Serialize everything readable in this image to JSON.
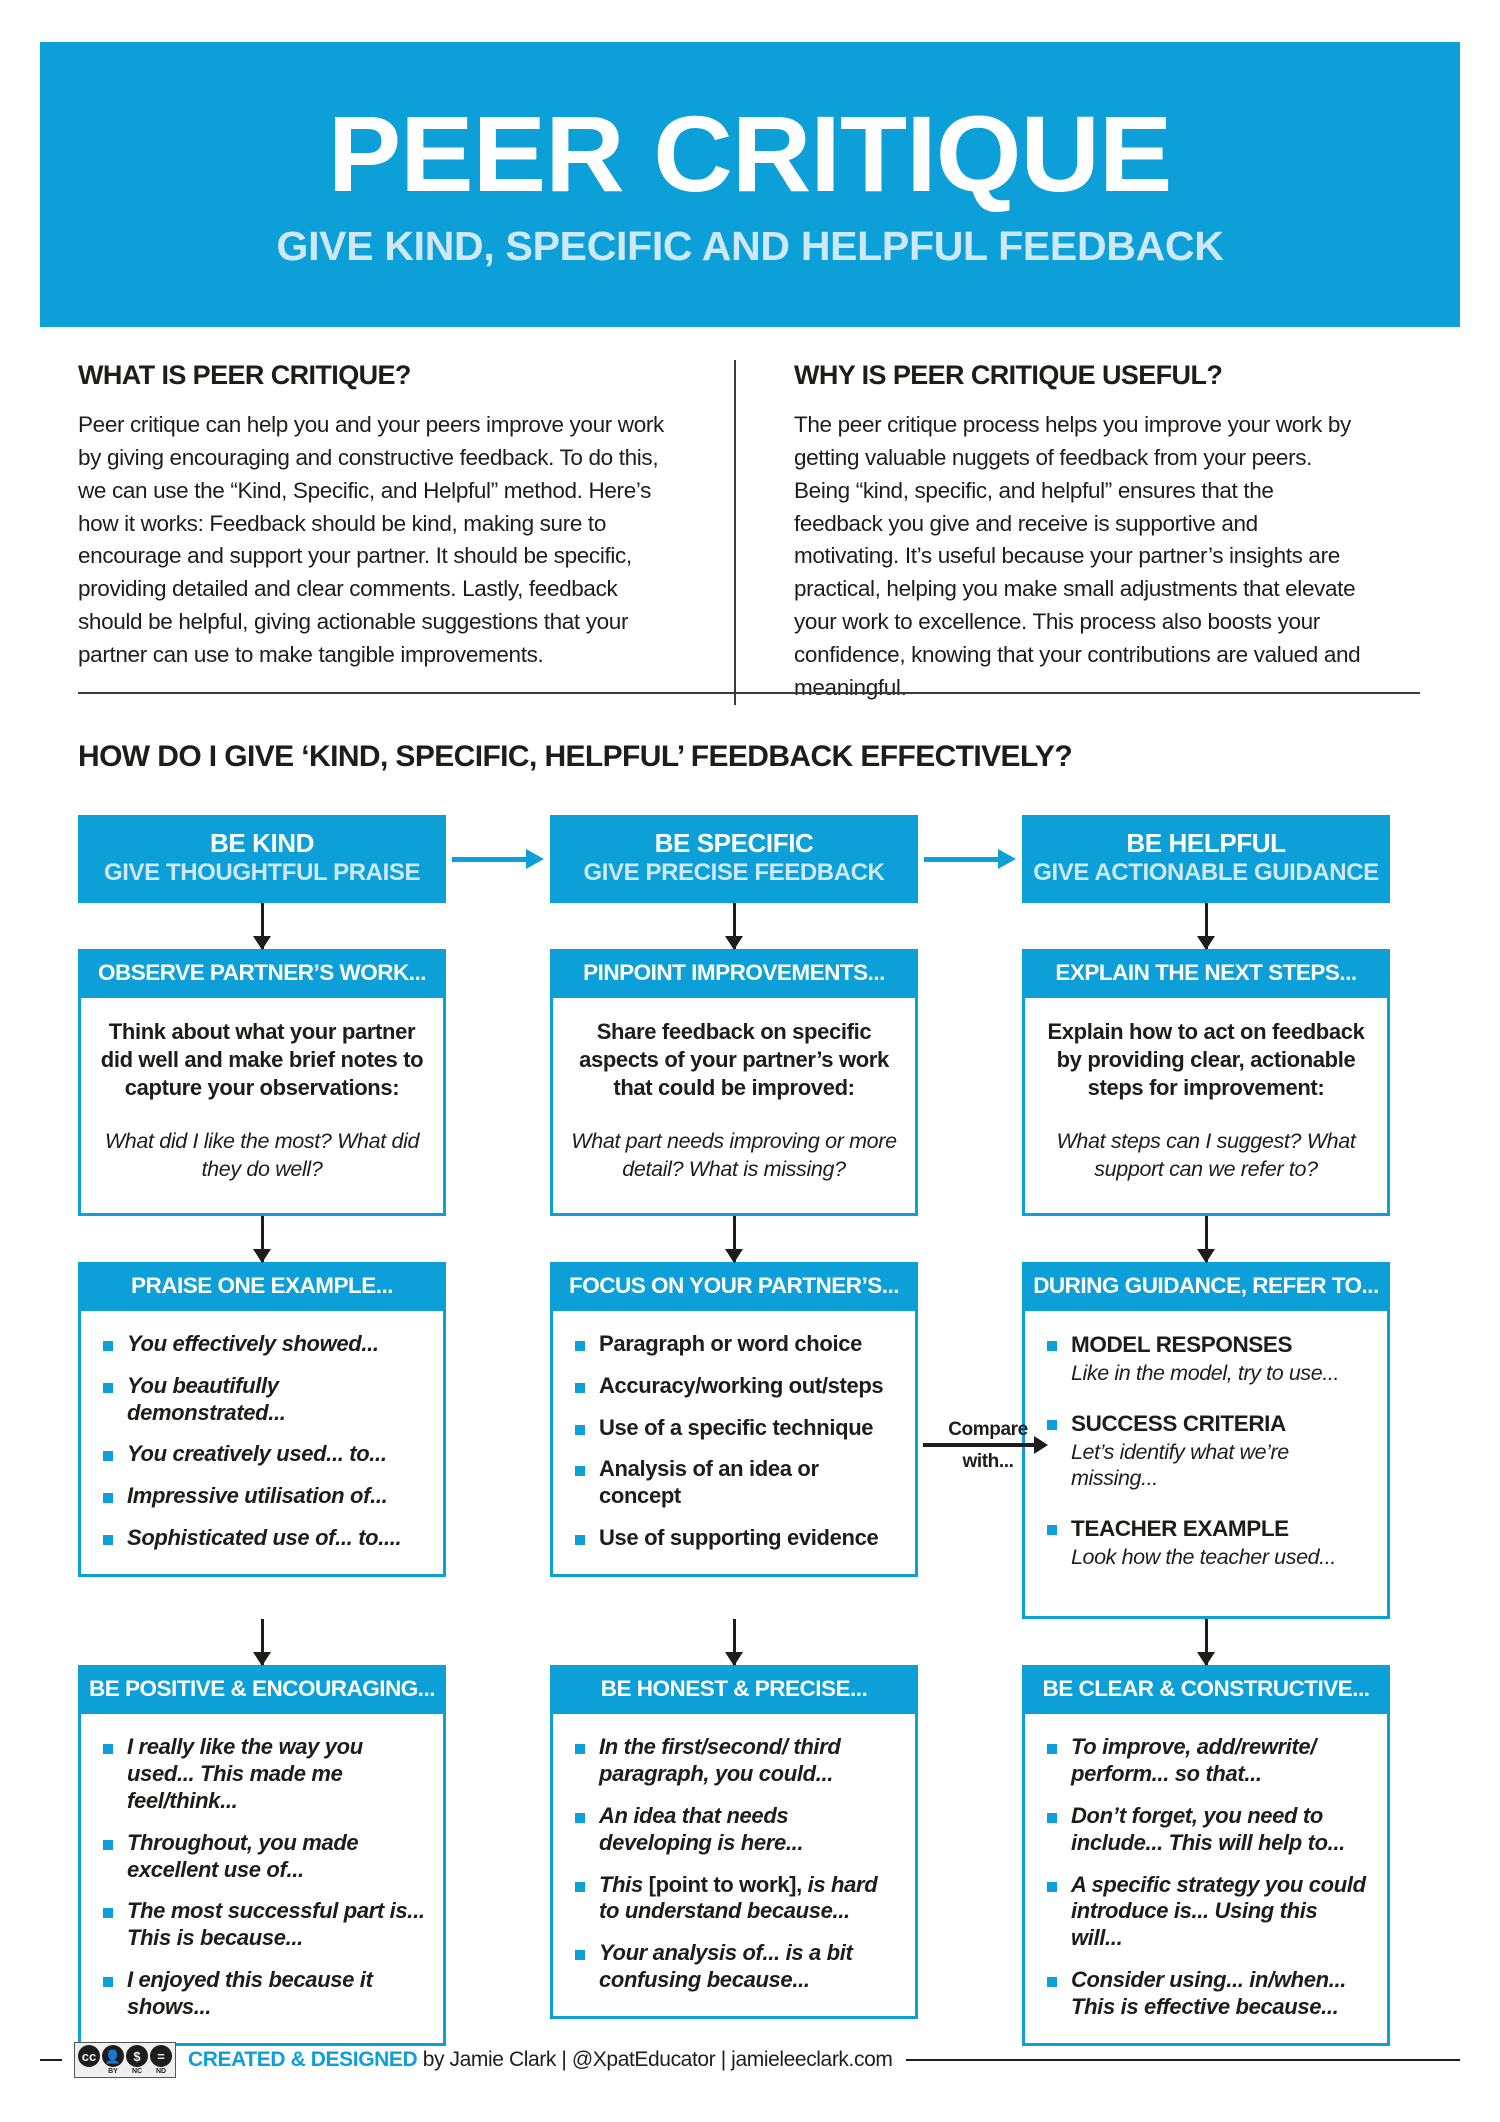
{
  "colors": {
    "brand": "#0d9fd8",
    "brand_light": "#cfe8f6",
    "ink": "#1d1d1b"
  },
  "header": {
    "title": "PEER CRITIQUE",
    "subtitle": "GIVE KIND, SPECIFIC AND HELPFUL FEEDBACK"
  },
  "intro": {
    "left": {
      "heading": "WHAT IS PEER CRITIQUE?",
      "body": "Peer critique can help you and your peers improve your work by giving encouraging and constructive feedback. To do this, we can use the “Kind, Specific, and Helpful” method. Here’s how it works: Feedback should be kind, making sure to encourage and support your partner. It should be specific, providing detailed and clear comments. Lastly, feedback should be helpful, giving actionable suggestions that your partner can use to make tangible improvements."
    },
    "right": {
      "heading": "WHY IS PEER CRITIQUE USEFUL?",
      "body": "The peer critique process helps you improve your work by getting valuable nuggets of feedback from your peers. Being “kind, specific, and helpful” ensures that the feedback you give and receive is supportive and motivating. It’s useful because your partner’s insights are practical, helping you make small adjustments that elevate your work to excellence. This process also boosts your confidence, knowing that your contributions are valued and meaningful."
    }
  },
  "section_title": "HOW DO I GIVE ‘KIND, SPECIFIC, HELPFUL’ FEEDBACK EFFECTIVELY?",
  "steps": [
    {
      "title": "BE KIND",
      "subtitle": "GIVE THOUGHTFUL PRAISE"
    },
    {
      "title": "BE SPECIFIC",
      "subtitle": "GIVE PRECISE FEEDBACK"
    },
    {
      "title": "BE HELPFUL",
      "subtitle": "GIVE ACTIONABLE GUIDANCE"
    }
  ],
  "row2": [
    {
      "head": "OBSERVE PARTNER’S WORK...",
      "lead": "Think about what your partner did well and make brief notes to capture your observations:",
      "question": "What did I like the most? What did they do well?"
    },
    {
      "head": "PINPOINT IMPROVEMENTS...",
      "lead": "Share feedback on specific aspects of your partner’s work that could be improved:",
      "question": "What part needs improving or more detail? What is missing?"
    },
    {
      "head": "EXPLAIN THE NEXT STEPS...",
      "lead": "Explain how to act on feedback by providing clear, actionable steps for improvement:",
      "question": "What steps can I suggest? What support can we refer to?"
    }
  ],
  "row3": {
    "left": {
      "head": "PRAISE ONE EXAMPLE...",
      "items": [
        "You effectively showed...",
        "You beautifully demonstrated...",
        "You creatively used... to...",
        "Impressive utilisation of...",
        "Sophisticated use of... to...."
      ]
    },
    "middle": {
      "head": "FOCUS ON YOUR PARTNER’S...",
      "items": [
        "Paragraph or word choice",
        "Accuracy/working out/steps",
        "Use of a specific technique",
        "Analysis of an idea or concept",
        "Use of supporting evidence"
      ]
    },
    "right": {
      "head": "DURING GUIDANCE, REFER TO...",
      "items": [
        {
          "title": "MODEL RESPONSES",
          "sub": "Like in the model, try to use..."
        },
        {
          "title": "SUCCESS CRITERIA",
          "sub": "Let’s identify what we’re missing..."
        },
        {
          "title": "TEACHER EXAMPLE",
          "sub": "Look how the teacher used..."
        }
      ]
    }
  },
  "compare_connector": {
    "top": "Compare",
    "bottom": "with..."
  },
  "row4": {
    "left": {
      "head": "BE POSITIVE & ENCOURAGING...",
      "items": [
        "I really like the way you used... This made me feel/think...",
        "Throughout, you made excellent use of...",
        "The most successful part is... This is because...",
        "I enjoyed this because it shows..."
      ]
    },
    "middle": {
      "head": "BE HONEST & PRECISE...",
      "items": [
        {
          "text": "In the first/second/ third paragraph, you could..."
        },
        {
          "text": "An idea that needs developing is here..."
        },
        {
          "pre": "This ",
          "upright": "[point to work],",
          "post": " is hard to understand because..."
        },
        {
          "text": "Your analysis of... is a bit confusing because..."
        }
      ]
    },
    "right": {
      "head": "BE CLEAR & CONSTRUCTIVE...",
      "items": [
        "To improve, add/rewrite/ perform... so that...",
        "Don’t forget, you need to include... This will help to...",
        "A specific strategy you could introduce is... Using this will...",
        "Consider using... in/when... This is effective because..."
      ]
    }
  },
  "footer": {
    "license": {
      "cc": "cc",
      "by": "BY",
      "nc": "NC",
      "nd": "ND"
    },
    "credit_bold": "CREATED & DESIGNED",
    "credit_rest": " by Jamie Clark | @XpatEducator | jamieleeclark.com"
  }
}
